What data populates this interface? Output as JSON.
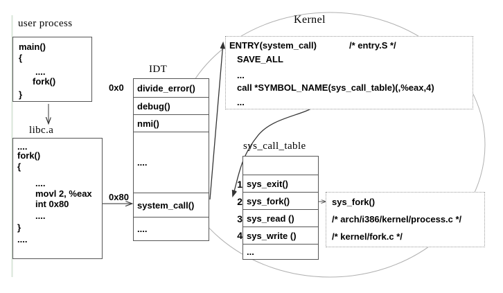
{
  "diagram": {
    "title_hidden": "",
    "user_process": {
      "label": "user process",
      "code": [
        "main()",
        "{",
        "....",
        "fork()",
        "}"
      ]
    },
    "libc": {
      "label": "libc.a",
      "code": [
        "....",
        "fork()",
        "{",
        "....",
        "movl 2, %eax",
        "int 0x80",
        "....",
        "}",
        "...."
      ]
    },
    "idt": {
      "label": "IDT",
      "addr_top": "0x0",
      "addr_syscall": "0x80",
      "entries": [
        "divide_error()",
        "debug()",
        "nmi()",
        "....",
        "system_call()",
        "...."
      ]
    },
    "kernel": {
      "label": "Kernel",
      "entry_code": [
        "ENTRY(system_call)",
        "/* entry.S */",
        "SAVE_ALL",
        "...",
        "call *SYMBOL_NAME(sys_call_table)(,%eax,4)",
        "..."
      ]
    },
    "sys_call_table": {
      "label": "sys_call_table",
      "rows": [
        {
          "index": "",
          "name": ""
        },
        {
          "index": "1",
          "name": "sys_exit()"
        },
        {
          "index": "2",
          "name": "sys_fork()"
        },
        {
          "index": "3",
          "name": "sys_read ()"
        },
        {
          "index": "4",
          "name": "sys_write ()"
        },
        {
          "index": "",
          "name": "..."
        }
      ]
    },
    "sys_fork_detail": {
      "lines": [
        "sys_fork()",
        "/* arch/i386/kernel/process.c */",
        "/* kernel/fork.c */"
      ]
    },
    "colors": {
      "background": "#ffffff",
      "stroke": "#555555",
      "dotted_stroke": "#999999",
      "ellipse_stroke": "#aaaaaa",
      "guide_line": "#d6e4d6",
      "text": "#000000"
    }
  }
}
